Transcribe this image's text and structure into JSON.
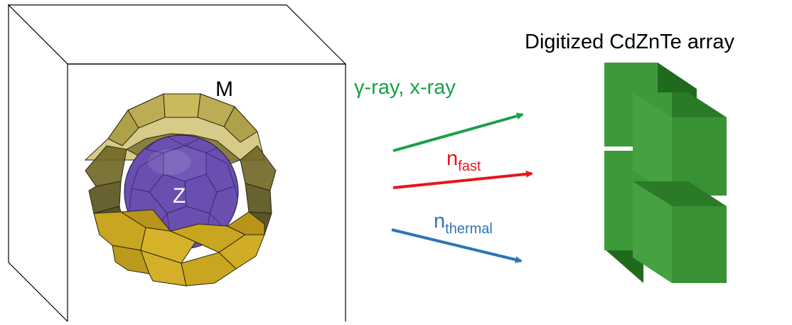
{
  "labels": {
    "title": "Digitized CdZnTe array",
    "matrix": "M",
    "core": "Z",
    "gamma": "γ-ray, x-ray",
    "fast_main": "n",
    "fast_sub": "fast",
    "thermal_main": "n",
    "thermal_sub": "thermal"
  },
  "colors": {
    "gamma": "#1aa04a",
    "fast": "#e8141c",
    "thermal": "#2e75b6",
    "core": "#6a4fb0",
    "shell_gold": "#d8b828",
    "shell_olive": "#c8ba60",
    "cube_front": "#3d9a3a",
    "cube_top": "#2a7a28",
    "cube_side": "#1f6a1d"
  }
}
